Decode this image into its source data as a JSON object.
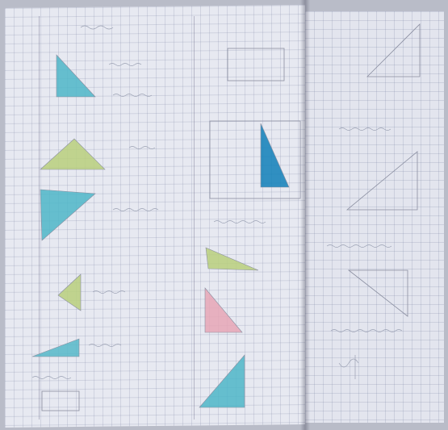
{
  "scene": {
    "colors": {
      "paper": "#e7e9f1",
      "grid": "#8890a8",
      "teal": "#4db6c8",
      "light_teal": "#56b9c9",
      "lime": "#b8cf7c",
      "pink": "#e6a6b6",
      "deep_blue": "#0f7fb8",
      "pencil": "#8a8ea0"
    },
    "objects": [
      {
        "kind": "triangle",
        "color": "teal"
      },
      {
        "kind": "triangle",
        "color": "lime"
      },
      {
        "kind": "triangle",
        "color": "teal"
      },
      {
        "kind": "triangle",
        "color": "lime"
      },
      {
        "kind": "triangle",
        "color": "light_teal"
      },
      {
        "kind": "triangle",
        "color": "deep_blue"
      },
      {
        "kind": "triangle",
        "color": "lime"
      },
      {
        "kind": "triangle",
        "color": "pink"
      },
      {
        "kind": "triangle",
        "color": "teal"
      }
    ]
  }
}
